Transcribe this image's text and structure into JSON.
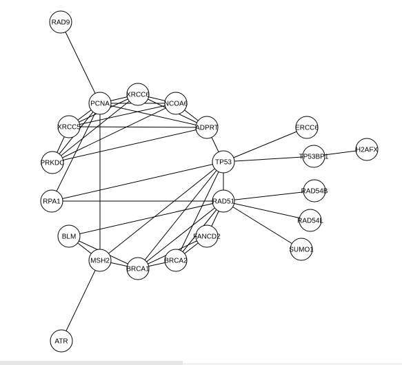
{
  "network": {
    "node_fill": "#ffffff",
    "node_stroke": "#000000",
    "edge_color": "#000000",
    "nodes": [
      {
        "id": "RAD9",
        "label": "RAD9"
      },
      {
        "id": "PCNA",
        "label": "PCNA"
      },
      {
        "id": "XRCC6",
        "label": "XRCC6"
      },
      {
        "id": "NCOA6",
        "label": "NCOA6"
      },
      {
        "id": "XRCC5",
        "label": "XRCC5"
      },
      {
        "id": "ADPRT",
        "label": "ADPRT"
      },
      {
        "id": "ERCC6",
        "label": "ERCC6"
      },
      {
        "id": "PRKDC",
        "label": "PRKDC"
      },
      {
        "id": "TP53",
        "label": "TP53"
      },
      {
        "id": "TP53BP1",
        "label": "TP53BP1"
      },
      {
        "id": "H2AFX",
        "label": "H2AFX"
      },
      {
        "id": "RAD54B",
        "label": "RAD54B"
      },
      {
        "id": "RPA1",
        "label": "RPA1"
      },
      {
        "id": "RAD51",
        "label": "RAD51"
      },
      {
        "id": "RAD54L",
        "label": "RAD54L"
      },
      {
        "id": "BLM",
        "label": "BLM"
      },
      {
        "id": "FANCD2",
        "label": "FANCD2"
      },
      {
        "id": "SUMO1",
        "label": "SUMO1"
      },
      {
        "id": "MSH2",
        "label": "MSH2"
      },
      {
        "id": "BRCA2",
        "label": "BRCA2"
      },
      {
        "id": "BRCA1",
        "label": "BRCA1"
      },
      {
        "id": "ATR",
        "label": "ATR"
      }
    ],
    "edges": [
      [
        "RAD9",
        "PCNA"
      ],
      [
        "PCNA",
        "XRCC6"
      ],
      [
        "PCNA",
        "NCOA6"
      ],
      [
        "PCNA",
        "ADPRT"
      ],
      [
        "PCNA",
        "XRCC5"
      ],
      [
        "PCNA",
        "PRKDC"
      ],
      [
        "PCNA",
        "RPA1"
      ],
      [
        "PCNA",
        "MSH2"
      ],
      [
        "XRCC6",
        "NCOA6"
      ],
      [
        "XRCC6",
        "XRCC5"
      ],
      [
        "XRCC6",
        "PRKDC"
      ],
      [
        "XRCC6",
        "ADPRT"
      ],
      [
        "NCOA6",
        "XRCC5"
      ],
      [
        "NCOA6",
        "PRKDC"
      ],
      [
        "NCOA6",
        "ADPRT"
      ],
      [
        "XRCC5",
        "ADPRT"
      ],
      [
        "XRCC5",
        "PRKDC"
      ],
      [
        "PRKDC",
        "ADPRT"
      ],
      [
        "ADPRT",
        "TP53"
      ],
      [
        "TP53",
        "ERCC6"
      ],
      [
        "TP53",
        "TP53BP1"
      ],
      [
        "TP53",
        "RPA1"
      ],
      [
        "TP53",
        "RAD51"
      ],
      [
        "TP53",
        "BRCA1"
      ],
      [
        "TP53",
        "BRCA2"
      ],
      [
        "TP53",
        "MSH2"
      ],
      [
        "TP53BP1",
        "H2AFX"
      ],
      [
        "RPA1",
        "RAD51"
      ],
      [
        "RAD51",
        "BLM"
      ],
      [
        "RAD51",
        "RAD54B"
      ],
      [
        "RAD51",
        "RAD54L"
      ],
      [
        "RAD51",
        "SUMO1"
      ],
      [
        "RAD51",
        "BRCA1"
      ],
      [
        "RAD51",
        "BRCA2"
      ],
      [
        "RAD51",
        "FANCD2"
      ],
      [
        "BLM",
        "MSH2"
      ],
      [
        "BLM",
        "BRCA1"
      ],
      [
        "MSH2",
        "BRCA1"
      ],
      [
        "MSH2",
        "ATR"
      ],
      [
        "BRCA1",
        "BRCA2"
      ],
      [
        "BRCA1",
        "FANCD2"
      ],
      [
        "BRCA2",
        "FANCD2"
      ]
    ]
  }
}
